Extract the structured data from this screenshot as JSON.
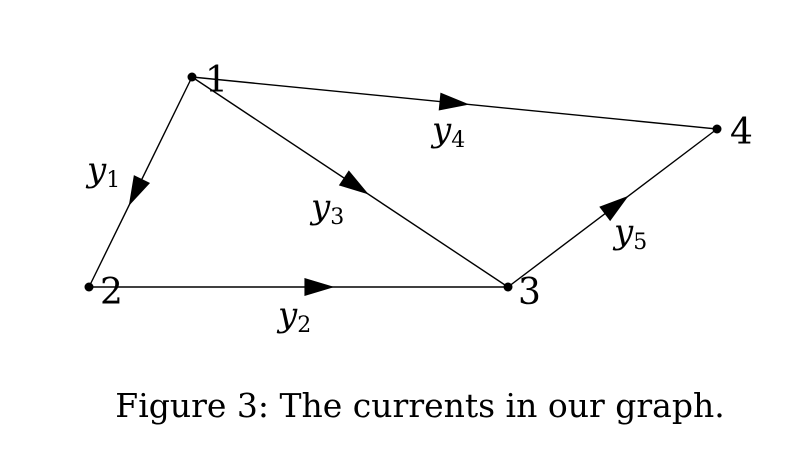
{
  "diagram": {
    "nodes": [
      {
        "id": "1",
        "label": "1"
      },
      {
        "id": "2",
        "label": "2"
      },
      {
        "id": "3",
        "label": "3"
      },
      {
        "id": "4",
        "label": "4"
      }
    ],
    "edges": [
      {
        "id": "y1",
        "from": "1",
        "to": "2",
        "var": "y",
        "sub": "1"
      },
      {
        "id": "y2",
        "from": "2",
        "to": "3",
        "var": "y",
        "sub": "2"
      },
      {
        "id": "y3",
        "from": "1",
        "to": "3",
        "var": "y",
        "sub": "3"
      },
      {
        "id": "y4",
        "from": "1",
        "to": "4",
        "var": "y",
        "sub": "4"
      },
      {
        "id": "y5",
        "from": "3",
        "to": "4",
        "var": "y",
        "sub": "5"
      }
    ]
  },
  "caption": "Figure 3: The currents in our graph."
}
